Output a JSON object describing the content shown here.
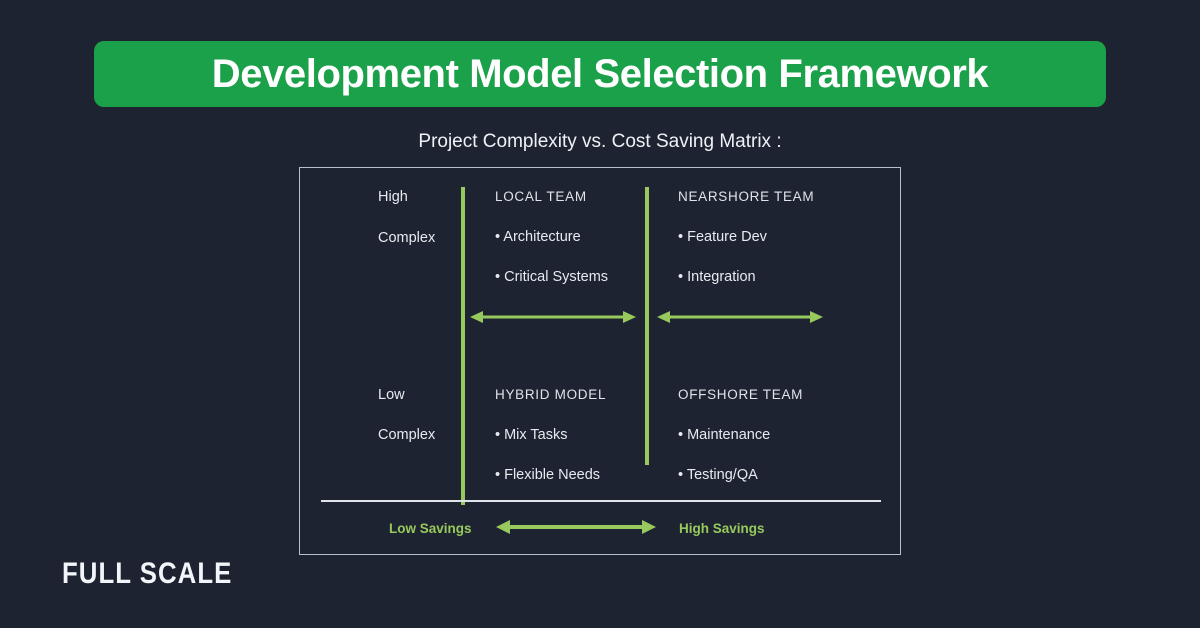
{
  "colors": {
    "background": "#1d2330",
    "brand_green": "#1ba14a",
    "accent_lime": "#97c95c",
    "text_light": "#e7eaf0",
    "border": "#b9bfcb"
  },
  "banner": {
    "title": "Development Model Selection Framework"
  },
  "subtitle": "Project Complexity vs. Cost Saving Matrix :",
  "matrix": {
    "quadrants": [
      {
        "axis_line1": "High",
        "axis_line2": "Complex",
        "heading": "LOCAL TEAM",
        "bullets": [
          "• Architecture",
          "• Critical Systems"
        ]
      },
      {
        "axis_line1": "",
        "axis_line2": "",
        "heading": "NEARSHORE TEAM",
        "bullets": [
          "• Feature Dev",
          "• Integration"
        ]
      },
      {
        "axis_line1": "Low",
        "axis_line2": "Complex",
        "heading": "HYBRID MODEL",
        "bullets": [
          "• Mix Tasks",
          "• Flexible Needs"
        ]
      },
      {
        "axis_line1": "",
        "axis_line2": "",
        "heading": "OFFSHORE TEAM",
        "bullets": [
          "• Maintenance",
          "• Testing/QA"
        ]
      }
    ],
    "footer": {
      "low_label": "Low Savings",
      "high_label": "High Savings"
    }
  },
  "logo": "FULL SCALE"
}
